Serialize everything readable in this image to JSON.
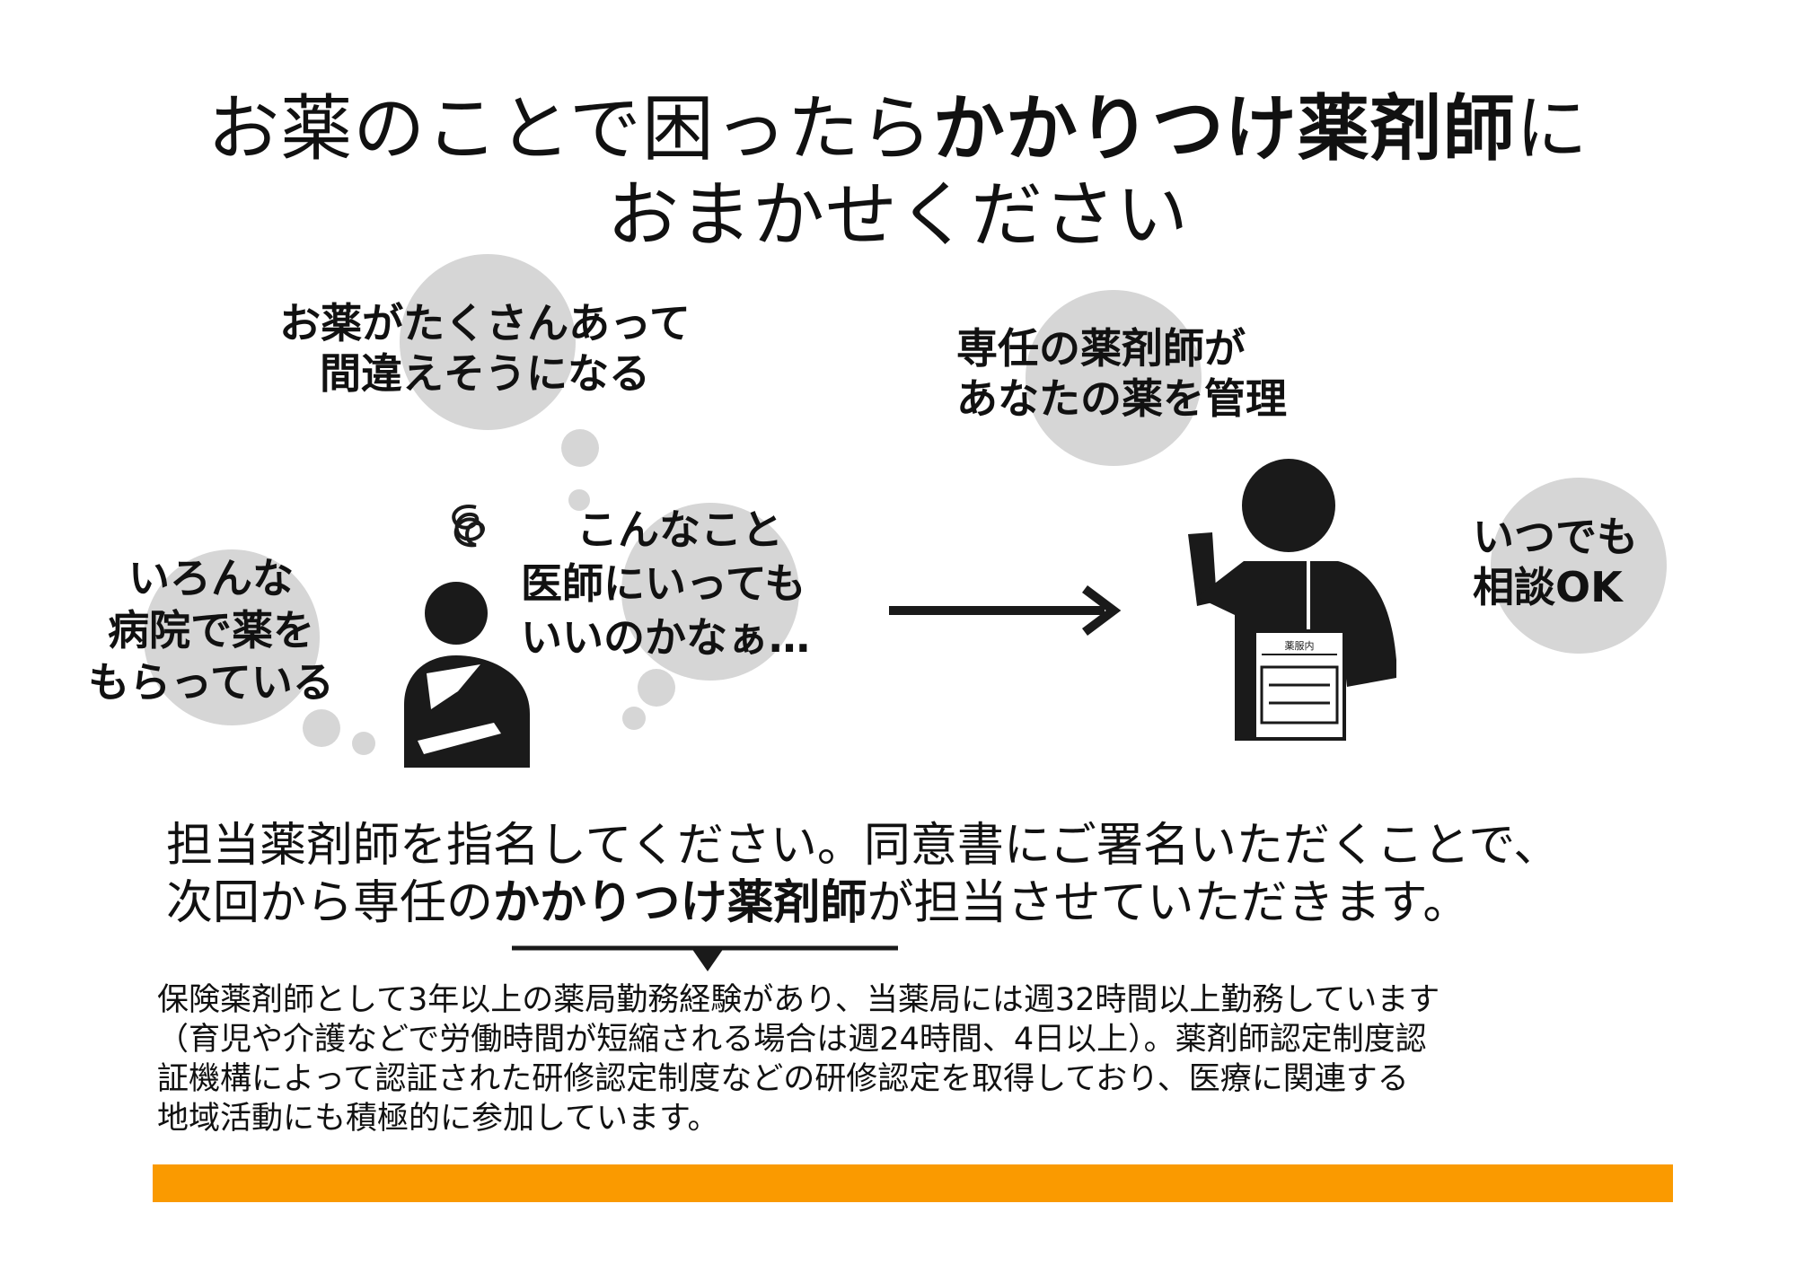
{
  "title": {
    "line1_prefix": "お薬のことで困ったら",
    "line1_bold": "かかりつけ薬剤師",
    "line1_suffix": "に",
    "line2": "おまかせください"
  },
  "bubbles": {
    "many_medicines": [
      "お薬がたくさんあって",
      "間違えそうになる"
    ],
    "hospitals": [
      "いろんな",
      "病院で薬を",
      "もらっている"
    ],
    "doctor": [
      "こんなこと",
      "医師にいっても",
      "いいのかなぁ…"
    ],
    "dedicated": [
      "専任の薬剤師が",
      "あなたの薬を管理"
    ],
    "anytime": [
      "いつでも",
      "相談OK"
    ]
  },
  "clipboard_label": "薬服内",
  "middle": {
    "line1": "担当薬剤師を指名してください。同意書にご署名いただくことで、",
    "line2_prefix": "次回から専任の",
    "line2_bold": "かかりつけ薬剤師",
    "line2_suffix": "が担当させていただきます。"
  },
  "note": [
    "保険薬剤師として3年以上の薬局勤務経験があり、当薬局には週32時間以上勤務しています",
    "（育児や介護などで労働時間が短縮される場合は週24時間、4日以上）。薬剤師認定制度認",
    "証機構によって認証された研修認定制度などの研修認定を取得しており、医療に関連する",
    "地域活動にも積極的に参加しています。"
  ],
  "colors": {
    "accent_bar": "#fa9a00",
    "bubble": "#d6d6d6",
    "figure": "#1a1a1a"
  }
}
